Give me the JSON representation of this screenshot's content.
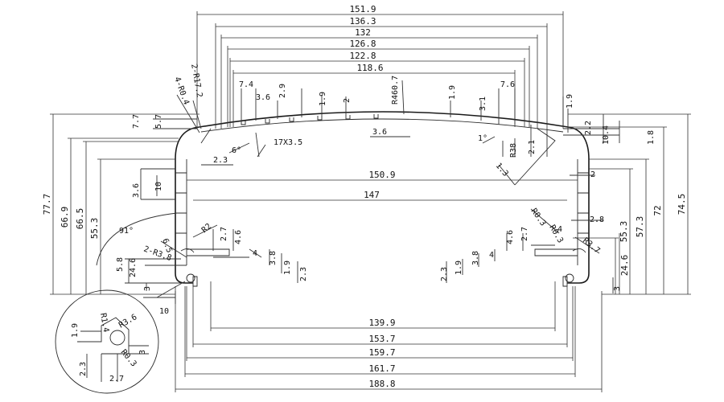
{
  "horizontal_dims_top": [
    "151.9",
    "136.3",
    "132",
    "126.8",
    "122.8",
    "118.6"
  ],
  "horizontal_dims_bottom": [
    "139.9",
    "153.7",
    "159.7",
    "161.7",
    "188.8"
  ],
  "inner_widths": [
    "150.9",
    "147"
  ],
  "left_heights": [
    "77.7",
    "66.9",
    "66.5",
    "55.3"
  ],
  "right_heights": [
    "74.5",
    "72",
    "57.3",
    "55.3",
    "24.6"
  ],
  "small_labels": {
    "l_2_r17_2": "2-R17.2",
    "l_4_r0_4": "4-R0.4",
    "l_7_4": "7.4",
    "l_3_6a": "3.6",
    "l_2_9": "2.9",
    "l_1_9a": "1.9",
    "l_2a": "2",
    "l_r460_7": "R460.7",
    "l_1_9b": "1.9",
    "l_3_1": "3.1",
    "l_7_6": "7.6",
    "l_1_9c": "1.9",
    "l_7_7": "7.7",
    "l_5_7": "5.7",
    "l_6deg": "6°",
    "l_2_3a": "2.3",
    "l_17x3_5": "17X3.5",
    "l_3_6b": "3.6",
    "l_1deg": "1°",
    "l_r38": "R38",
    "l_2_1": "2.1",
    "l_1_3": "1.3",
    "l_2_2": "2.2",
    "l_10_4": "10.4",
    "l_1_8": "1.8",
    "l_2b": "2",
    "l_3_6c": "3.6",
    "l_10a": "10",
    "l_r0_3a": "R0.3",
    "l_2_8": "2.8",
    "l_91deg": "91°",
    "l_r2": "R2",
    "l_2_7a": "2.7",
    "l_4_6a": "4.6",
    "l_6_5": "6.5",
    "l_2_r3_8": "2-R3.8",
    "l_5_8": "5.8",
    "l_24_6a": "24.6",
    "l_4a": "4",
    "l_3_8a": "3.8",
    "l_1_9d": "1.9",
    "l_2_3b": "2.3",
    "l_3a": "3",
    "l_10b": "10",
    "l_2_3c": "2.3",
    "l_1_9e": "1.9",
    "l_3_8b": "3.8",
    "l_4b": "4",
    "l_4_6b": "4.6",
    "l_2_7b": "2.7",
    "l_r0_3b": "R0.3",
    "l_4c": "4",
    "l_r3_7": "R3.7",
    "l_3b": "3",
    "d_1_9": "1.9",
    "d_r1_4": "R1.4",
    "d_r3_6": "R3.6",
    "d_3": "3",
    "d_2_3": "2.3",
    "d_r0_3": "R0.3",
    "d_2_7": "2.7"
  }
}
